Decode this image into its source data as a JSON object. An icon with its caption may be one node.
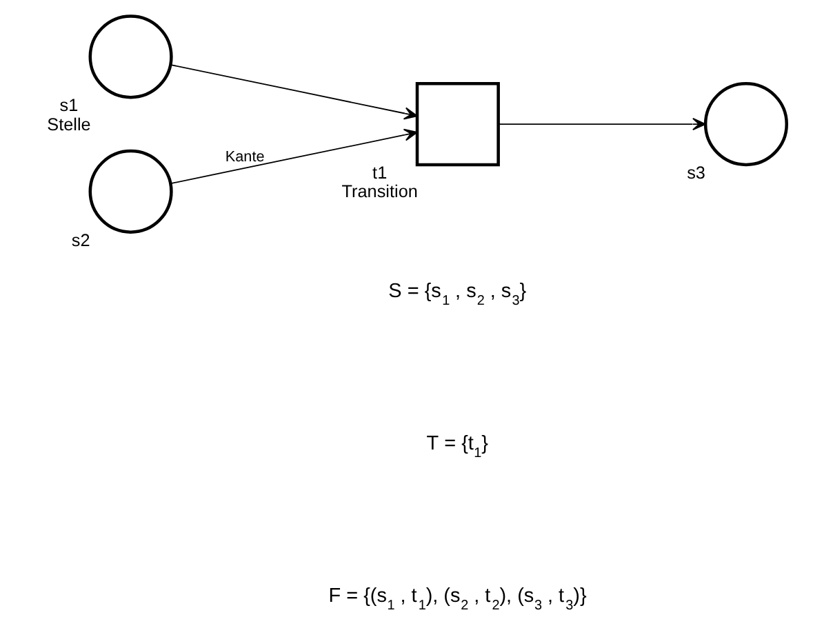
{
  "diagram": {
    "nodes": [
      {
        "text": [
          "s1"
        ],
        "beside": [
          "Stelle"
        ]
      },
      {
        "text": [
          "s2"
        ]
      },
      {
        "text": [
          "t1"
        ],
        "beside": [
          "Transition"
        ]
      },
      {
        "text": [
          "s3"
        ]
      }
    ],
    "edges": [
      {
        "from": 0,
        "to": 2,
        "arrow": "to"
      },
      {
        "from": 1,
        "to": 2,
        "arrow": "to",
        "label": "Kante"
      },
      {
        "from": 2,
        "to": 3,
        "arrow": "to"
      }
    ],
    "labels": [
      "S = {s$_{1}$ , s$_{2}$ , s$_{3}$}",
      "T = {t$_{1}$}",
      "F = {(s$_{1}$ , t$_{1}$), (s$_{2}$ , t$_{2}$), (s$_{3}$ , t$_{3}$)}"
    ]
  }
}
